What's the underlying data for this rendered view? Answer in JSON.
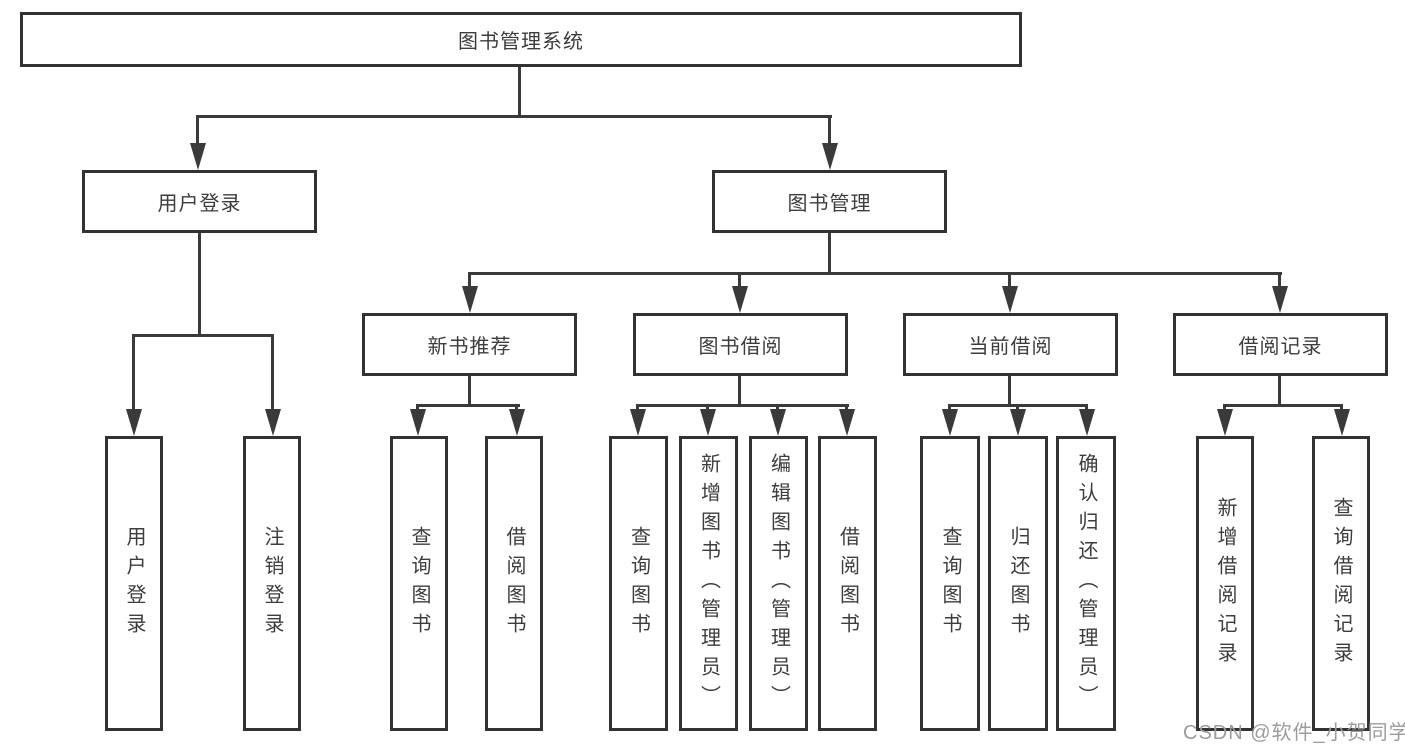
{
  "tree": {
    "root": "图书管理系统",
    "branches": [
      {
        "label": "用户登录",
        "leaves": [
          "用户登录",
          "注销登录"
        ]
      },
      {
        "label": "图书管理",
        "groups": [
          {
            "label": "新书推荐",
            "leaves": [
              "查询图书",
              "借阅图书"
            ]
          },
          {
            "label": "图书借阅",
            "leaves": [
              "查询图书",
              "新增图书（管理员）",
              "编辑图书（管理员）",
              "借阅图书"
            ]
          },
          {
            "label": "当前借阅",
            "leaves": [
              "查询图书",
              "归还图书",
              "确认归还（管理员）"
            ]
          },
          {
            "label": "借阅记录",
            "leaves": [
              "新增借阅记录",
              "查询借阅记录"
            ]
          }
        ]
      }
    ]
  },
  "watermark": {
    "text": "CSDN @软件_小贺同学"
  },
  "colors": {
    "line": "#3a3a3a",
    "border": "#323232",
    "text": "#3d3d3d",
    "watermark": "#9c9c9c",
    "background": "#ffffff"
  }
}
